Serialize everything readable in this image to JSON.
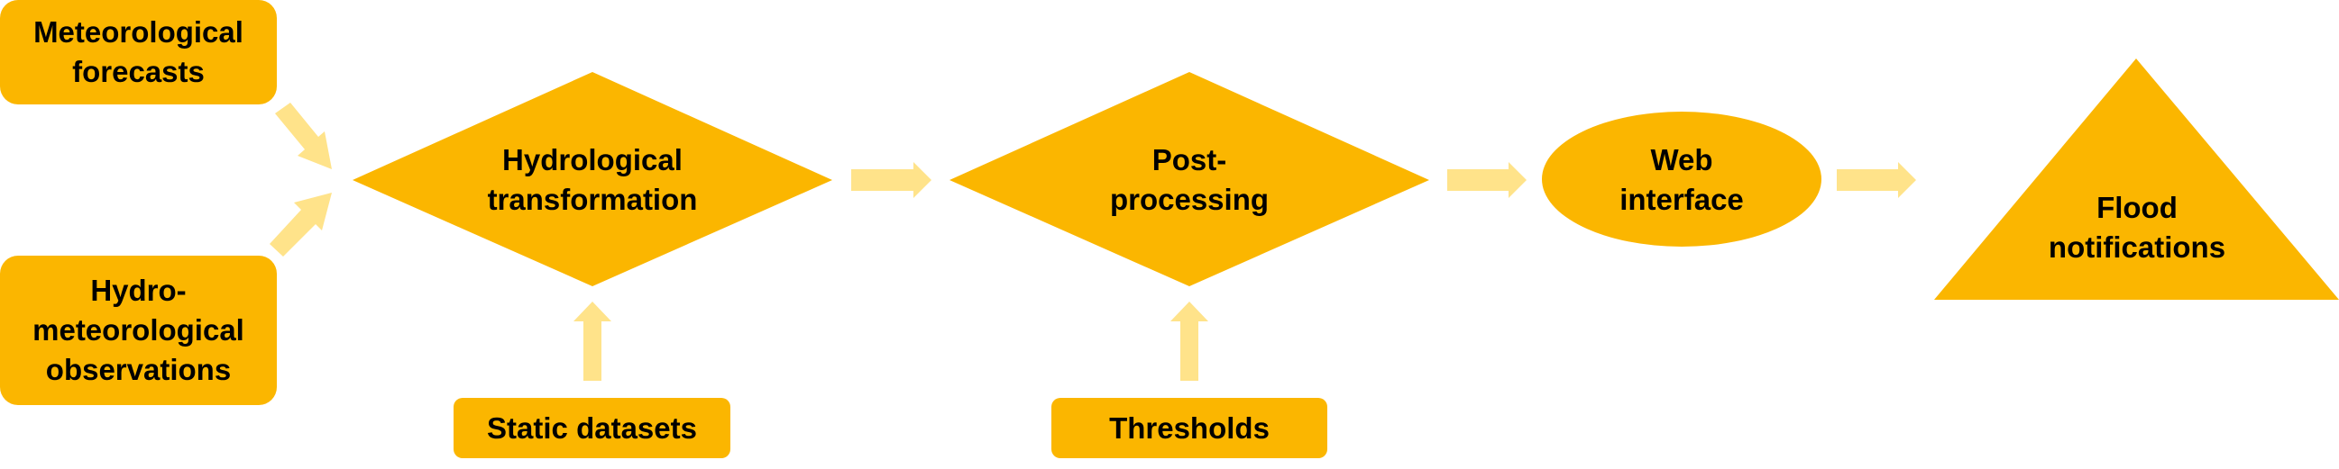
{
  "colors": {
    "node_fill": "#FBB600",
    "arrow_fill": "#FFE38A",
    "text": "#000000"
  },
  "nodes": {
    "meteorological_forecasts": {
      "line1": "Meteorological",
      "line2": "forecasts"
    },
    "hydro_observations": {
      "line1": "Hydro-",
      "line2": "meteorological",
      "line3": "observations"
    },
    "hydrological_transformation": {
      "line1": "Hydrological",
      "line2": "transformation"
    },
    "static_datasets": {
      "label": "Static datasets"
    },
    "post_processing": {
      "line1": "Post-",
      "line2": "processing"
    },
    "thresholds": {
      "label": "Thresholds"
    },
    "web_interface": {
      "line1": "Web",
      "line2": "interface"
    },
    "flood_notifications": {
      "line1": "Flood",
      "line2": "notifications"
    }
  }
}
